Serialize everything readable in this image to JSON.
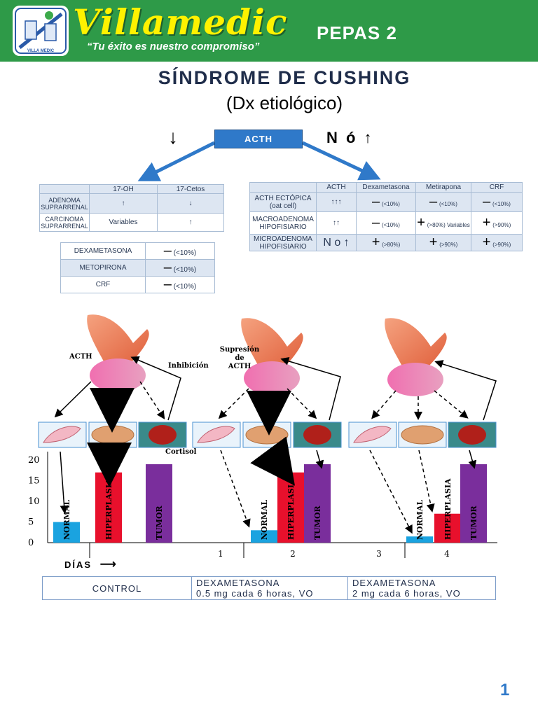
{
  "header": {
    "brand": "Villamedic",
    "slogan": "“Tu éxito es nuestro compromiso”",
    "series": "PEPAS 2",
    "logo_text": "VILLA MEDIC"
  },
  "title": "SÍNDROME DE CUSHING",
  "subtitle": "(Dx etiológico)",
  "flow": {
    "center_label": "ACTH",
    "low_label": "↓",
    "high_label": "N ó ↑"
  },
  "table_low": {
    "headers": [
      "",
      "17-OH",
      "17-Cetos"
    ],
    "rows": [
      [
        "ADENOMA SUPRARRENAL",
        "↑",
        "↓"
      ],
      [
        "CARCINOMA SUPRARRENAL",
        "Variables",
        "↑"
      ]
    ]
  },
  "table_tests": {
    "rows": [
      {
        "test": "DEXAMETASONA",
        "sign": "–",
        "value": "(<10%)"
      },
      {
        "test": "METOPIRONA",
        "sign": "–",
        "value": "(<10%)"
      },
      {
        "test": "CRF",
        "sign": "–",
        "value": "(<10%)"
      }
    ]
  },
  "table_high": {
    "headers": [
      "",
      "ACTH",
      "Dexametasona",
      "Metirapona",
      "CRF"
    ],
    "rows": [
      {
        "label": "ACTH ECTÓPICA (oat cell)",
        "acth": "↑↑↑",
        "dexa": [
          "–",
          "(<10%)"
        ],
        "meti": [
          "–",
          "(<10%)"
        ],
        "crf": [
          "–",
          "(<10%)"
        ]
      },
      {
        "label": "MACROADENOMA HIPOFISIARIO",
        "acth": "↑↑",
        "dexa": [
          "–",
          "(<10%)"
        ],
        "meti": [
          "+",
          "(>80%) Variables"
        ],
        "crf": [
          "+",
          "(>90%)"
        ]
      },
      {
        "label": "MICROADENOMA HIPOFISIARIO",
        "acth": "N o ↑",
        "dexa": [
          "+",
          "(>80%)"
        ],
        "meti": [
          "+",
          "(>90%)"
        ],
        "crf": [
          "+",
          "(>90%)"
        ]
      }
    ]
  },
  "diagram_labels": {
    "acth": "ACTH",
    "inhibicion": "Inhibición",
    "supresion": [
      "Supresión",
      "de",
      "ACTH"
    ],
    "cortisol": "Cortisol"
  },
  "chart_data": {
    "type": "bar",
    "y_ticks": [
      "20",
      "15",
      "10",
      "5",
      "0"
    ],
    "ylim": [
      0,
      20
    ],
    "x_ticks": [
      "1",
      "2",
      "3",
      "4"
    ],
    "xlabel": "DÍAS",
    "groups": [
      {
        "bars": [
          {
            "label": "NORMAL",
            "value": 5
          },
          {
            "label": "HIPERPLASIA",
            "value": 17
          },
          {
            "label": "TUMOR",
            "value": 19
          }
        ]
      },
      {
        "bars": [
          {
            "label": "NORMAL",
            "value": 3
          },
          {
            "label": "HIPERPLASIA",
            "value": 17
          },
          {
            "label": "TUMOR",
            "value": 19
          }
        ]
      },
      {
        "bars": [
          {
            "label": "NORMAL",
            "value": 1.5
          },
          {
            "label": "HIPERPLASIA",
            "value": 7
          },
          {
            "label": "TUMOR",
            "value": 19
          }
        ]
      }
    ],
    "colors": {
      "NORMAL": "#1aa3e0",
      "HIPERPLASIA": "#e8102c",
      "TUMOR": "#7a2e9c"
    }
  },
  "protocol": {
    "control": "CONTROL",
    "col2": [
      "DEXAMETASONA",
      "0.5 mg cada 6 horas, VO"
    ],
    "col3": [
      "DEXAMETASONA",
      "2 mg cada 6 horas, VO"
    ]
  },
  "page_number": "1"
}
